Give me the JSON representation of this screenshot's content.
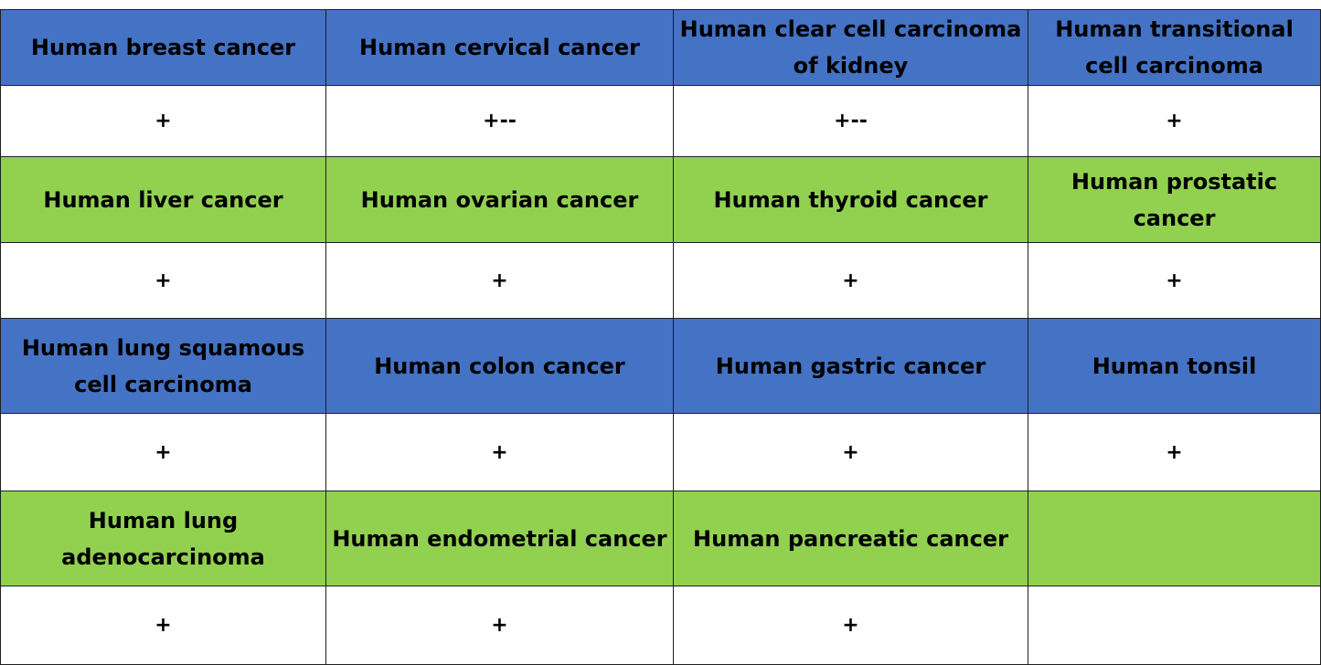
{
  "colors": {
    "blue_header": "#4472c4",
    "green_header": "#92d050",
    "cell_background": "#ffffff",
    "border": "#1f1f1f",
    "text": "#000000"
  },
  "table": {
    "rows": [
      {
        "style": "blue",
        "cancers": [
          "Human breast cancer",
          "Human cervical cancer",
          "Human clear cell carcinoma of kidney",
          "Human transitional cell carcinoma"
        ],
        "results": [
          "+",
          "+--",
          "+--",
          "+"
        ]
      },
      {
        "style": "green",
        "cancers": [
          "Human liver cancer",
          "Human ovarian cancer",
          "Human thyroid cancer",
          "Human prostatic cancer"
        ],
        "results": [
          "+",
          "+",
          "+",
          "+"
        ]
      },
      {
        "style": "blue",
        "cancers": [
          "Human lung squamous cell carcinoma",
          "Human colon cancer",
          "Human gastric cancer",
          "Human tonsil"
        ],
        "results": [
          "+",
          "+",
          "+",
          "+"
        ]
      },
      {
        "style": "green",
        "cancers": [
          "Human lung adenocarcinoma",
          "Human endometrial cancer",
          "Human pancreatic cancer",
          ""
        ],
        "results": [
          "+",
          "+",
          "+",
          ""
        ]
      }
    ]
  }
}
